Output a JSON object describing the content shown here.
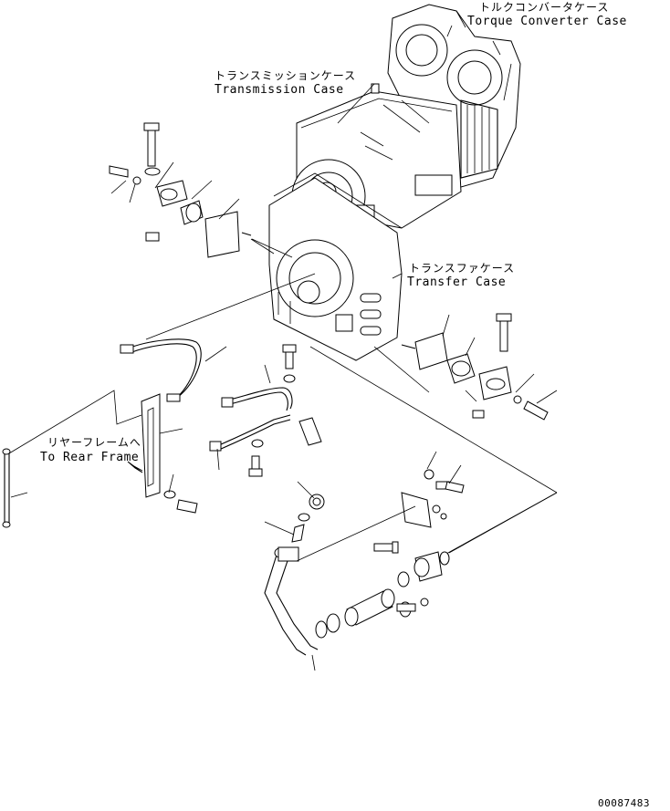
{
  "labels": {
    "torque_converter_jp": "トルクコンバータケース",
    "torque_converter_en": "Torque Converter Case",
    "transmission_jp": "トランスミッションケース",
    "transmission_en": "Transmission Case",
    "transfer_jp": "トランスファケース",
    "transfer_en": "Transfer Case",
    "rear_frame_jp": "リヤーフレームへ",
    "rear_frame_en": "To Rear Frame"
  },
  "drawing_number": "00087483"
}
